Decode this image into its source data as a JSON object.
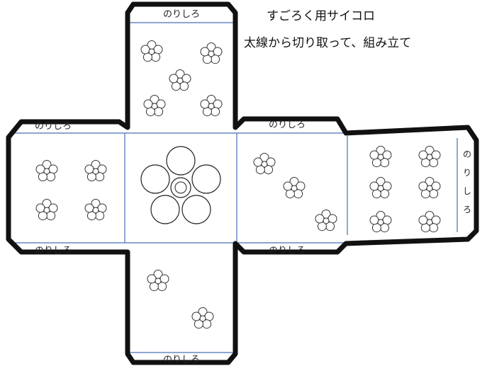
{
  "title": "すごろく用サイコロ",
  "instruction": "太線から切り取って、組み立て",
  "glue_tab_label": "のりしろ",
  "faces": [
    {
      "name": "top",
      "flower_count": 5
    },
    {
      "name": "left",
      "flower_count": 4
    },
    {
      "name": "center",
      "flower_count": 1
    },
    {
      "name": "right",
      "flower_count": 3
    },
    {
      "name": "far-right",
      "flower_count": 6
    },
    {
      "name": "bottom",
      "flower_count": 2
    }
  ],
  "colors": {
    "cut_line": "#111111",
    "fold_line": "#4a6fb3",
    "flower_stroke": "#333333"
  }
}
